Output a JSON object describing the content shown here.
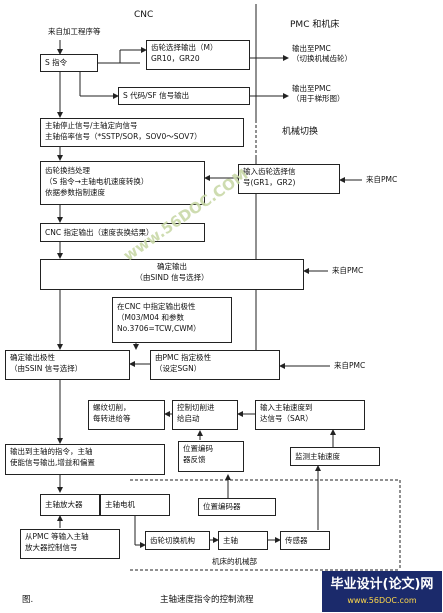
{
  "regions": {
    "cnc": "CNC",
    "pmc_machine": "PMC 和机床",
    "machine_switch": "机械切换",
    "machine_mech": "机床的机械部"
  },
  "labels": {
    "from_program": "来自加工程序等",
    "to_pmc_1_a": "输出至PMC",
    "to_pmc_1_b": "（切换机械齿轮）",
    "to_pmc_2_a": "输出至PMC",
    "to_pmc_2_b": "（用于梯形图）",
    "from_pmc_1": "来自PMC",
    "from_pmc_2": "来自PMC",
    "from_pmc_3": "来自PMC"
  },
  "boxes": {
    "s_cmd": "S 指令",
    "gear_select": [
      "齿轮选择输出（M）",
      "GR10，GR20"
    ],
    "s_code": "S 代码/SF 信号输出",
    "spindle_stop": [
      "主轴停止信号/主轴定向信号",
      "主轴倍率信号（*SSTP/SOR，SOV0～SOV7）"
    ],
    "gear_change": [
      "齿轮换挡处理",
      "（S 指令→主轴电机速度转换）",
      "依据参数指制速度"
    ],
    "input_gear": [
      "输入齿轮选择信",
      "号(GR1，GR2)"
    ],
    "cnc_output": "CNC 指定输出（速度丧换结果）",
    "confirm_output": [
      "确定输出",
      "（由SIND 信号选择）"
    ],
    "cnc_polarity": [
      "在CNC 中指定输出极性",
      "（M03/M04 和参数",
      "No.3706=TCW,CWM）"
    ],
    "confirm_polarity": [
      "确定输出极性",
      "（由SSIN 信号选择）"
    ],
    "pmc_polarity": [
      "由PMC 指定极性",
      "（设定SGN）"
    ],
    "thread_cut": [
      "螺纹切削，",
      "每转进给等"
    ],
    "control_start": [
      "控制切削进",
      "给启动"
    ],
    "speed_reach": [
      "输入主轴速度到",
      "达信号（SAR）"
    ],
    "output_cmd": [
      "输出到主轴的指令，主轴",
      "使能信号输出,增益和偏置"
    ],
    "pos_feedback": [
      "位置编码",
      "器反馈"
    ],
    "monitor_speed": "监测主轴速度",
    "spindle_amp": "主轴放大器",
    "spindle_motor": "主轴电机",
    "encoder": "位置编码器",
    "amp_control": [
      "从PMC 等输入主轴",
      "放大器控制信号"
    ],
    "gear_mech": "齿轮切换机构",
    "spindle": "主轴",
    "sensor": "传感器"
  },
  "caption": {
    "prefix": "图.",
    "title": "主轴速度指令的控制流程"
  },
  "watermark": "www.56DOC.COM",
  "brand": {
    "name": "毕业设计(论文)网",
    "url": "www.56DOC.com"
  }
}
